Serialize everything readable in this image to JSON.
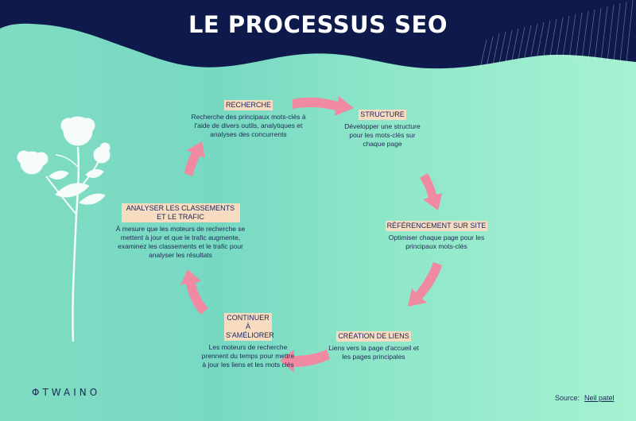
{
  "title": "LE PROCESSUS SEO",
  "steps": [
    {
      "heading": "RECHERCHE",
      "description": "Recherche des principaux mots-clés à l'aide de divers outils, analytiques et analyses des concurrents"
    },
    {
      "heading": "STRUCTURE",
      "description": "Développer une structure pour les mots-clés sur chaque page"
    },
    {
      "heading": "RÉFÉRENCEMENT SUR SITE",
      "description": "Optimiser chaque page pour les principaux mots-clés"
    },
    {
      "heading": "CRÉATION DE LIENS",
      "description": "Liens vers la page d'accueil et les pages principales"
    },
    {
      "heading": "CONTINUER À S'AMÉLIORER",
      "description": "Les moteurs de recherche prennent du temps pour mettre à jour les liens et les mots clés"
    },
    {
      "heading": "ANALYSER LES CLASSEMENTS ET LE TRAFIC",
      "description": "À mesure que les moteurs de recherche se mettent à jour et que le trafic augmente, examinez les classements et le trafic pour analyser les résultats"
    }
  ],
  "brand": {
    "logo_text": "TWAINO",
    "logo_symbol": "Φ"
  },
  "source": {
    "label": "Source:",
    "name": "Neil patel"
  },
  "colors": {
    "header": "#0d1a4b",
    "arrow": "#f08aa2",
    "label_bg": "#f7dcc2",
    "text": "#1e2a55",
    "flower": "#f4fbf8"
  }
}
